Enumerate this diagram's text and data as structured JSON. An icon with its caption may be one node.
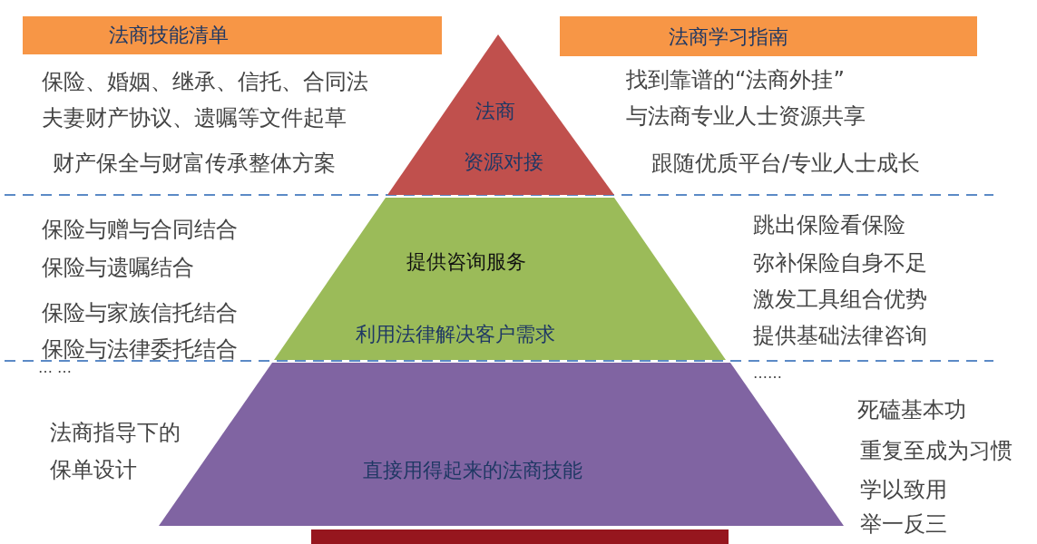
{
  "diagram": {
    "nodes": [
      {
        "text": [
          "法商技能清单"
        ]
      },
      {
        "text": [
          "法商学习指南"
        ]
      },
      {
        "text": [
          "法商",
          "资源对接"
        ]
      },
      {
        "text": [
          "提供咨询服务",
          "利用法律解决客户需求"
        ]
      },
      {
        "text": [
          "直接用得起来的法商技能"
        ]
      },
      {
        "text": [],
        "shape": "bar"
      }
    ],
    "labels": [
      "保险、婚姻、继承、信托、合同法",
      "找到靠谱的“法商外挂”",
      "夫妻财产协议、遗嘱等文件起草",
      "与法商专业人士资源共享",
      "财产保全与财富传承整体方案",
      "跟随优质平台/专业人士成长",
      "保险与赠与合同结合",
      "跳出保险看保险",
      "保险与遗嘱结合",
      "弥补保险自身不足",
      "保险与家族信托结合",
      "激发工具组合优势",
      "保险与法律委托结合",
      "提供基础法律咨询",
      "… …",
      "……",
      "死磕基本功",
      "法商指导下的",
      "重复至成为习惯",
      "保单设计",
      "学以致用",
      "举一反三"
    ]
  }
}
